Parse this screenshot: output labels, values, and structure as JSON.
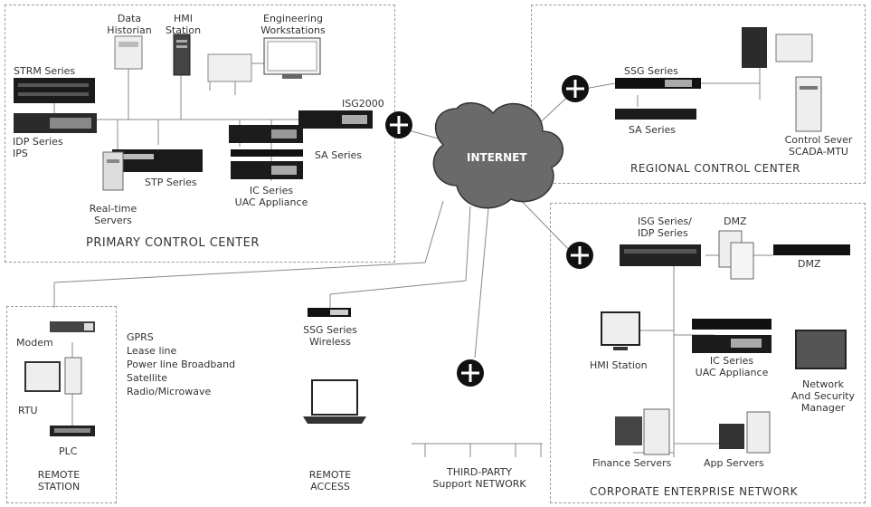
{
  "zones": {
    "primary": {
      "title": "PRIMARY CONTROL  CENTER"
    },
    "regional": {
      "title": "REGIONAL CONTROL CENTER"
    },
    "corporate": {
      "title": "CORPORATE ENTERPRISE NETWORK"
    },
    "remote_station": {
      "title_line1": "REMOTE",
      "title_line2": "STATION"
    },
    "remote_access": {
      "title_line1": "REMOTE",
      "title_line2": "ACCESS"
    },
    "third_party": {
      "title_line1": "THIRD-PARTY",
      "title_line2": "Support  NETWORK"
    }
  },
  "labels": {
    "data_historian_1": "Data",
    "data_historian_2": "Historian",
    "hmi_station_top_1": "HMI",
    "hmi_station_top_2": "Station",
    "eng_ws_1": "Engineering",
    "eng_ws_2": "Workstations",
    "strm": "STRM Series",
    "idp_1": "IDP Series",
    "idp_2": "IPS",
    "isg2000": "ISG2000",
    "sa_series_primary": "SA Series",
    "stp": "STP Series",
    "ic_series_primary_1": "IC Series",
    "ic_series_primary_2": "UAC Appliance",
    "realtime_1": "Real-time",
    "realtime_2": "Servers",
    "internet": "INTERNET",
    "ssg_series": "SSG Series",
    "sa_series_regional": "SA Series",
    "control_server_1": "Control Sever",
    "control_server_2": "SCADA-MTU",
    "isg_idp_1": "ISG Series/",
    "isg_idp_2": "IDP Series",
    "dmz_1": "DMZ",
    "dmz_2": "DMZ",
    "modem": "Modem",
    "rtu": "RTU",
    "plc": "PLC",
    "link_gprs": "GPRS",
    "link_lease": "Lease line",
    "link_power": "Power line  Broadband",
    "link_sat": "Satellite",
    "link_radio": "Radio/Microwave",
    "ssg_wireless_1": "SSG Series",
    "ssg_wireless_2": "Wireless",
    "hmi_station_corp": "HMI Station",
    "ic_series_corp_1": "IC Series",
    "ic_series_corp_2": "UAC Appliance",
    "nsm_1": "Network",
    "nsm_2": "And Security",
    "nsm_3": "Manager",
    "finance": "Finance Servers",
    "app": "App Servers"
  }
}
